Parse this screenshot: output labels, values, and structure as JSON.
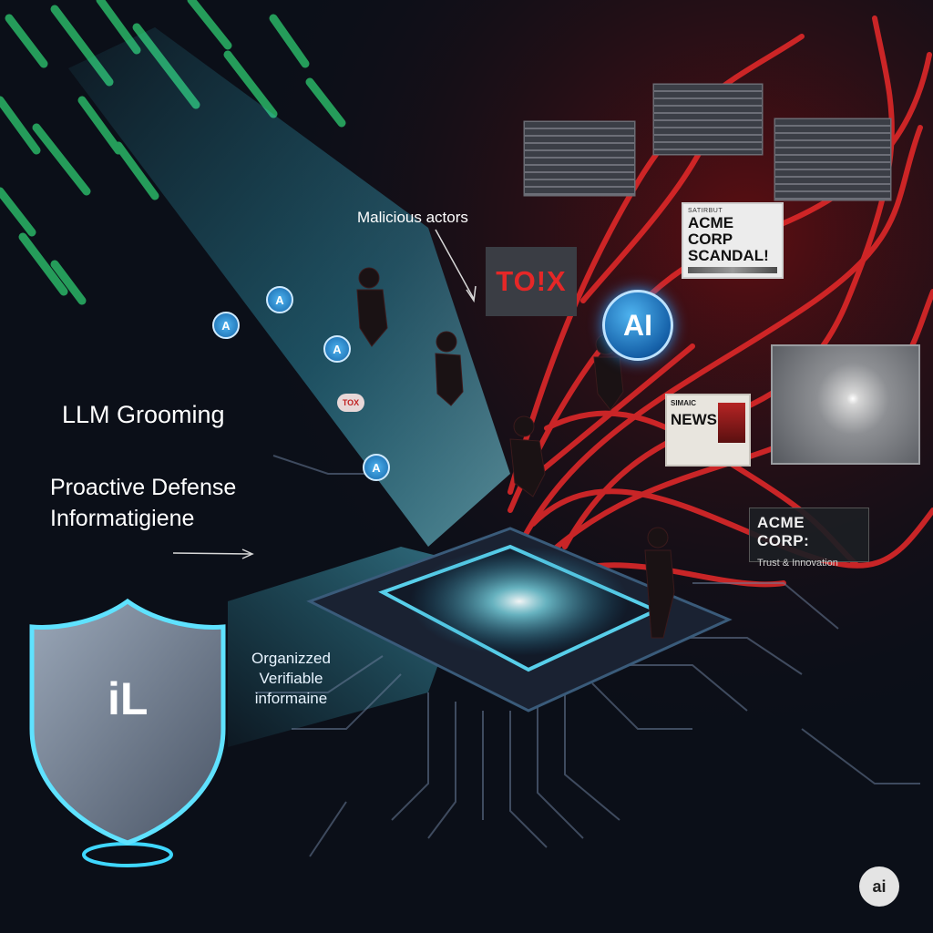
{
  "labels": {
    "llm_grooming": "LLM Grooming",
    "proactive_line1": "Proactive Defense",
    "proactive_line2": "Informatigiene",
    "malicious_actors": "Malicious actors",
    "organized_line1": "Organizzed",
    "organized_line2": "Verifiable",
    "organized_line3": "informaine"
  },
  "badges": {
    "tox": "TO!X",
    "ai": "AI",
    "mini_ai": "A",
    "mini_tox": "TOX",
    "shield": "iL",
    "corner_ai": "ai"
  },
  "headlines": {
    "scandal_kicker": "SATIRBUT",
    "scandal": "ACME CORP SCANDAL!",
    "news_kicker": "SIMAIC",
    "news": "NEWS!",
    "acme_title": "ACME CORP:",
    "acme_subtitle": "Trust & Innovation"
  },
  "colors": {
    "background": "#0b0f18",
    "beam_cyan": "#3fd4f0",
    "stream_green": "#2ecc71",
    "threat_red": "#e82a2a",
    "shield_glow": "#3fd7ff"
  },
  "icons": {
    "shield": "shield-icon",
    "chip": "processor-chip-icon",
    "cracked_glass": "cracked-glass-icon"
  }
}
